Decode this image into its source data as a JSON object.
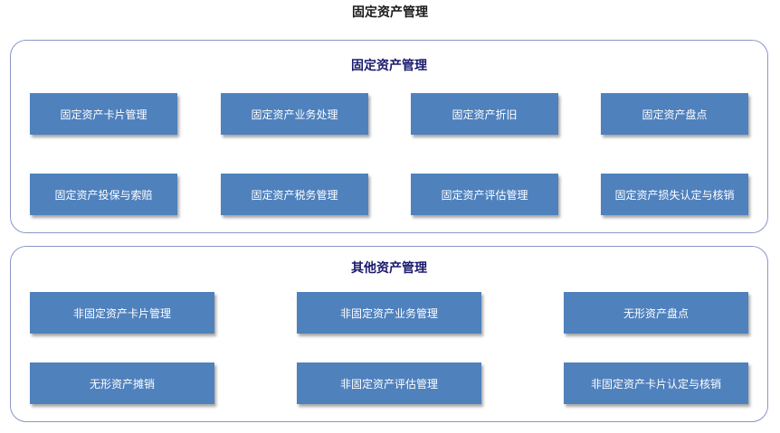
{
  "title": "固定资产管理",
  "fixed_assets": {
    "title": "固定资产管理",
    "items": [
      "固定资产卡片管理",
      "固定资产业务处理",
      "固定资产折旧",
      "固定资产盘点",
      "固定资产投保与索赔",
      "固定资产税务管理",
      "固定资产评估管理",
      "固定资产损失认定与核销"
    ]
  },
  "other_assets": {
    "title": "其他资产管理",
    "items": [
      "非固定资产卡片管理",
      "非固定资产业务管理",
      "无形资产盘点",
      "无形资产摊销",
      "非固定资产评估管理",
      "非固定资产卡片认定与核销"
    ]
  },
  "colors": {
    "box_fill": "#4f81bd",
    "box_text": "#ffffff",
    "panel_border": "#8a96c8",
    "panel_title": "#1a1a6e"
  }
}
